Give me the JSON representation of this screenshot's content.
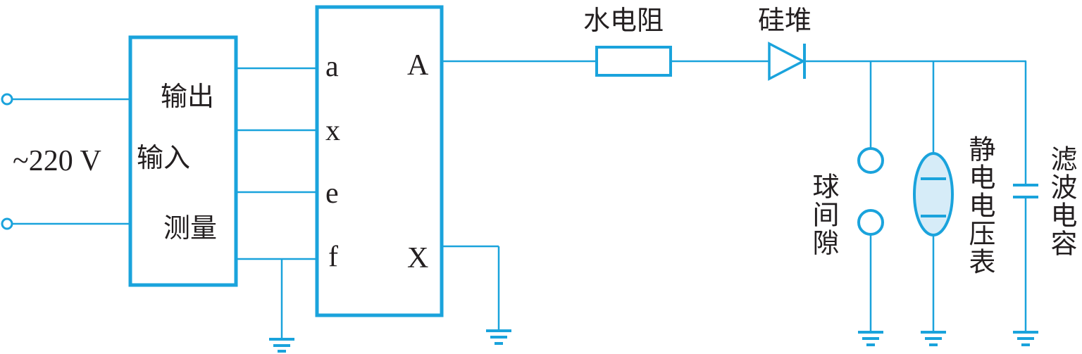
{
  "colors": {
    "wire": "#1aa3dc",
    "meter_fill": "#d6ecf8",
    "text": "#231f20"
  },
  "source": {
    "voltage_label": "~220 V"
  },
  "control_box": {
    "output_label": "输出",
    "input_label": "输入",
    "measure_label": "测量"
  },
  "transformer": {
    "terminals_left": [
      "a",
      "x",
      "e",
      "f"
    ],
    "terminal_hv": "A",
    "terminal_ground": "X"
  },
  "components": {
    "resistor_label": "水电阻",
    "diode_label": "硅堆",
    "sphere_gap_label": "球间隙",
    "voltmeter_label": "静电电压表",
    "capacitor_label": "滤波电容"
  }
}
